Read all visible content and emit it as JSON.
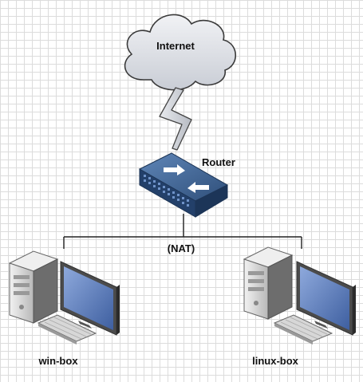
{
  "nodes": {
    "cloud": {
      "label": "Internet"
    },
    "router": {
      "label": "Router"
    },
    "bus": {
      "label": "(NAT)"
    },
    "left_pc": {
      "label": "win-box"
    },
    "right_pc": {
      "label": "linux-box"
    }
  },
  "colors": {
    "cloud_fill": "#e3e6ec",
    "cloud_stroke": "#3a3a3a",
    "bolt_fill": "#cfd2d8",
    "router_body": "#2f4f7a",
    "router_top": "#4a6fa0",
    "tower_front": "#d9d9d9",
    "monitor_screen": "#5f7fbf",
    "line": "#222222"
  }
}
